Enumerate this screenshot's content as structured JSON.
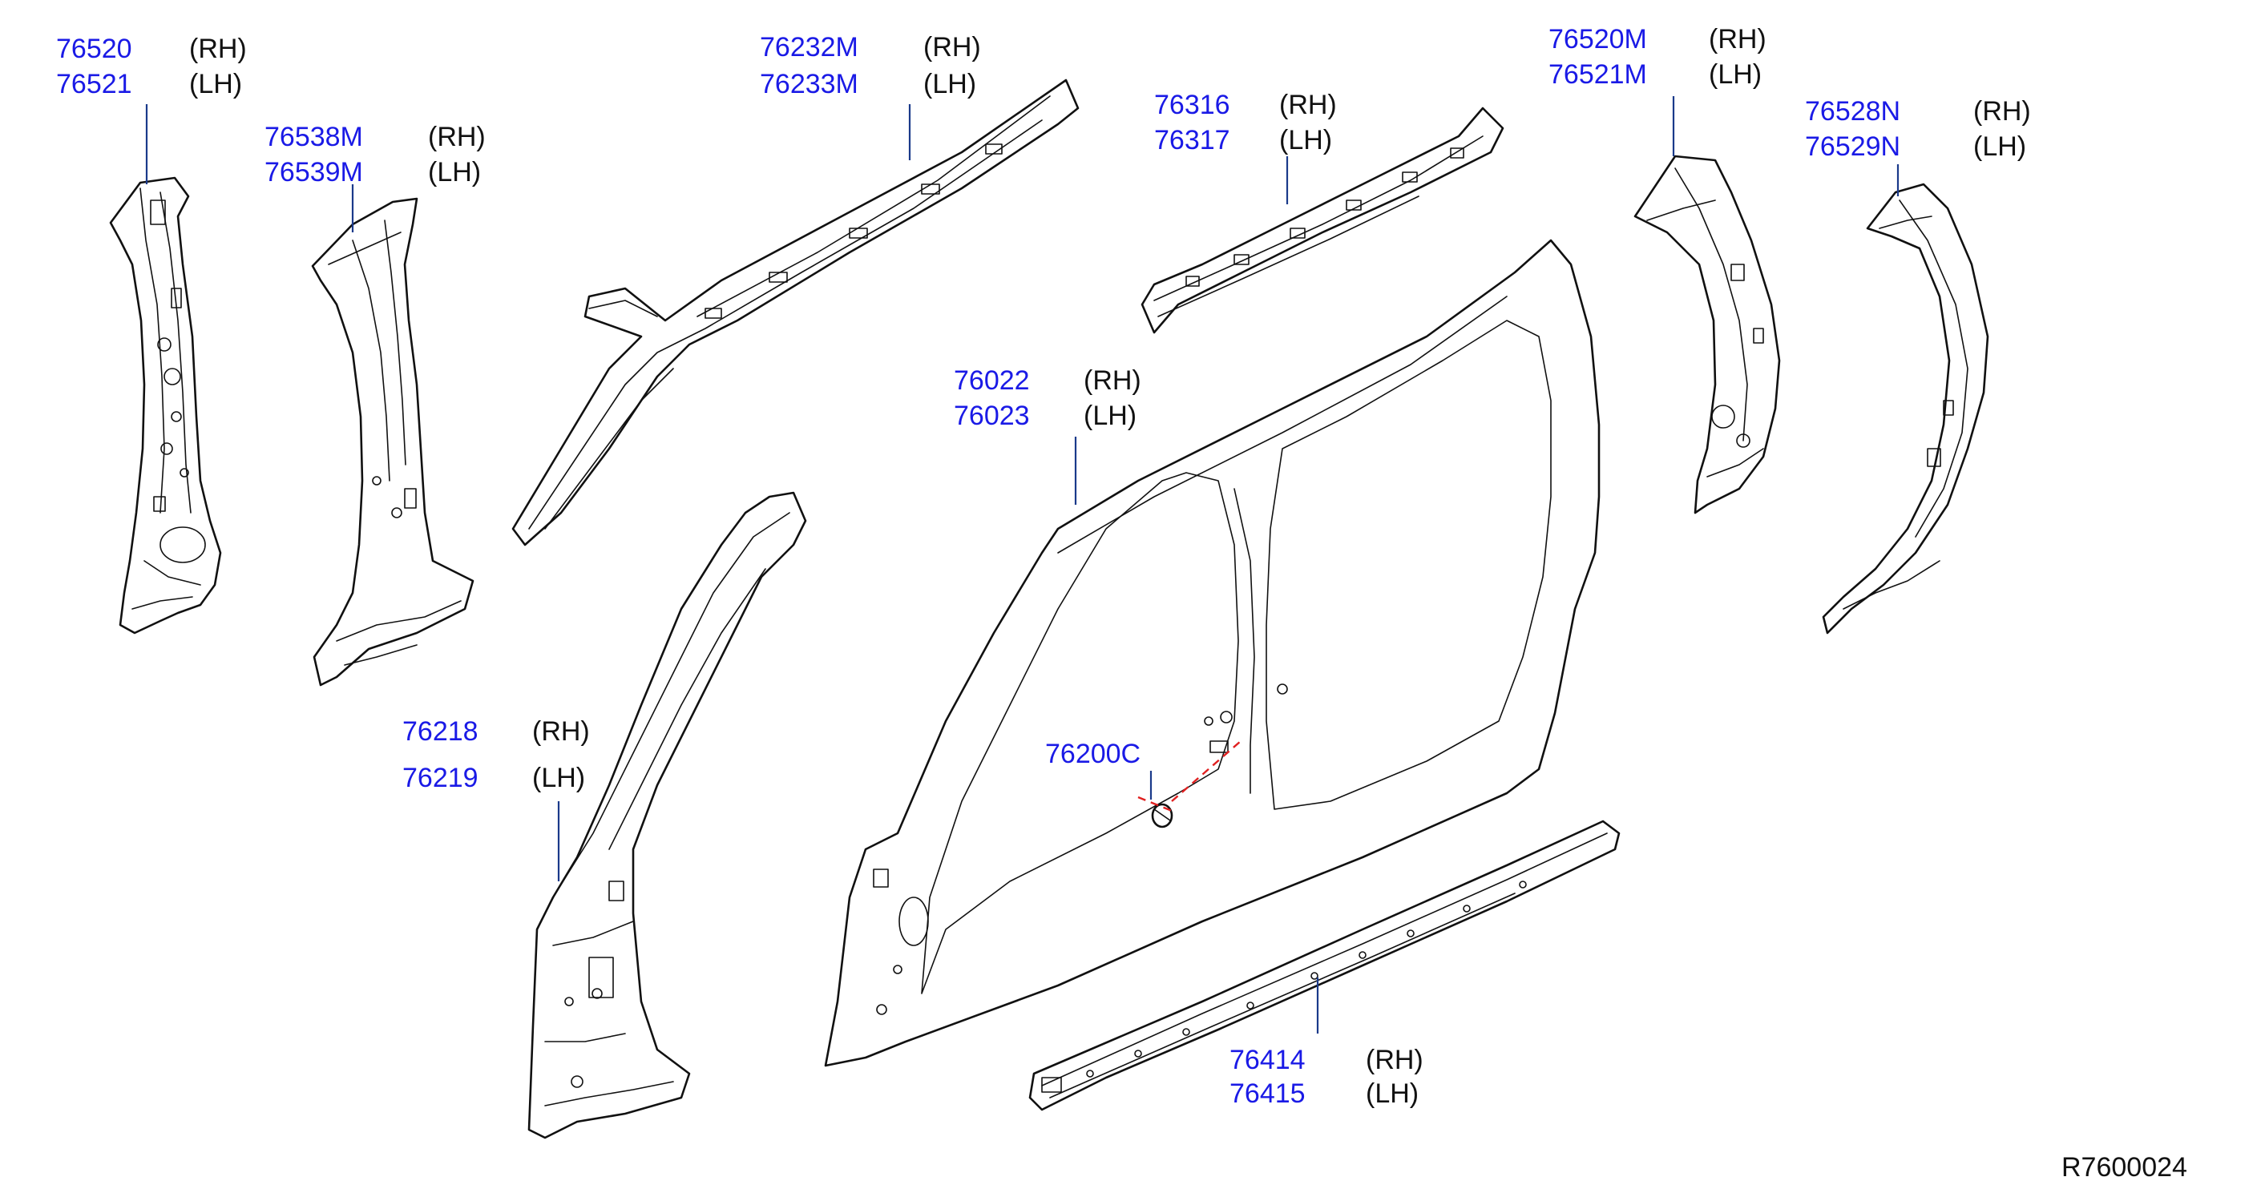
{
  "callouts": [
    {
      "id": "c1",
      "codes": [
        "76520",
        "76521"
      ],
      "sides": [
        "(RH)",
        "(LH)"
      ]
    },
    {
      "id": "c2",
      "codes": [
        "76538M",
        "76539M"
      ],
      "sides": [
        "(RH)",
        "(LH)"
      ]
    },
    {
      "id": "c3",
      "codes": [
        "76232M",
        "76233M"
      ],
      "sides": [
        "(RH)",
        "(LH)"
      ]
    },
    {
      "id": "c4",
      "codes": [
        "76316",
        "76317"
      ],
      "sides": [
        "(RH)",
        "(LH)"
      ]
    },
    {
      "id": "c5",
      "codes": [
        "76520M",
        "76521M"
      ],
      "sides": [
        "(RH)",
        "(LH)"
      ]
    },
    {
      "id": "c6",
      "codes": [
        "76528N",
        "76529N"
      ],
      "sides": [
        "(RH)",
        "(LH)"
      ]
    },
    {
      "id": "c7",
      "codes": [
        "76022",
        "76023"
      ],
      "sides": [
        "(RH)",
        "(LH)"
      ]
    },
    {
      "id": "c8",
      "codes": [
        "76218",
        "76219"
      ],
      "sides": [
        "(RH)",
        "(LH)"
      ]
    },
    {
      "id": "c9",
      "codes": [
        "76200C"
      ],
      "sides": []
    },
    {
      "id": "c10",
      "codes": [
        "76414",
        "76415"
      ],
      "sides": [
        "(RH)",
        "(LH)"
      ]
    }
  ],
  "reference_code": "R7600024",
  "colors": {
    "part_number": "#1a1ae6",
    "leader": "#1a3a8a",
    "line": "#111111",
    "fastener_dash": "#e02020"
  }
}
